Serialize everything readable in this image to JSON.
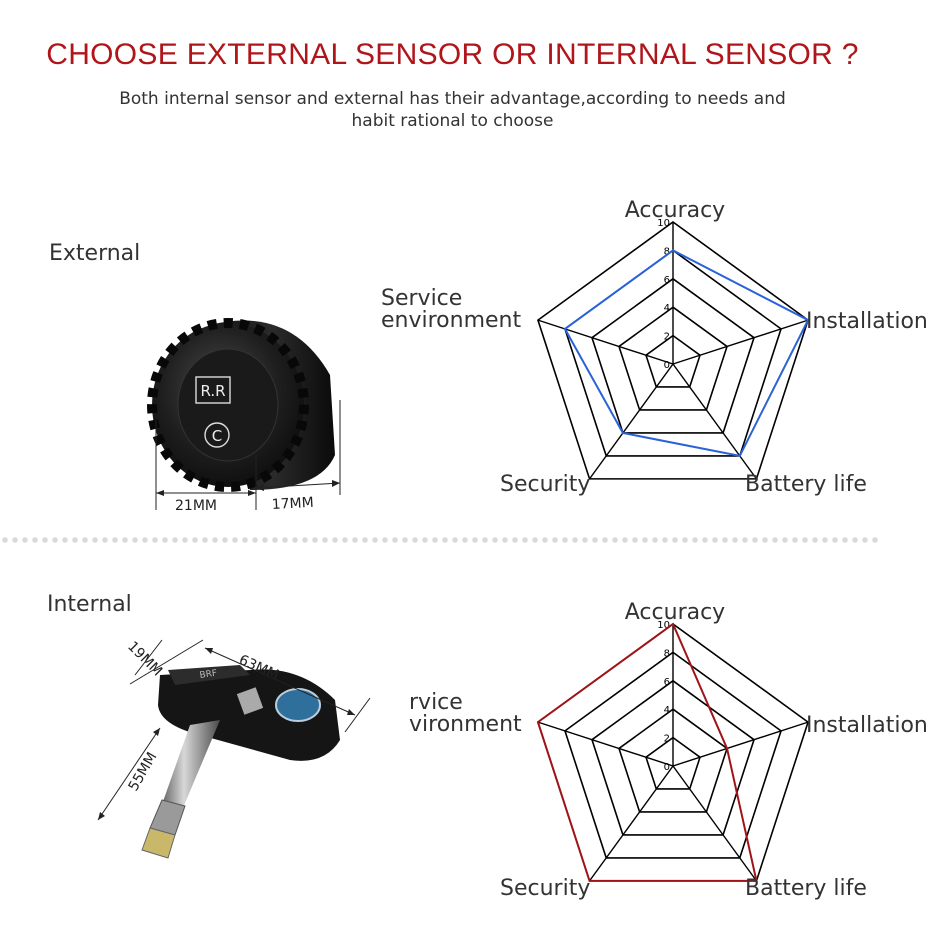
{
  "header": {
    "title": "CHOOSE EXTERNAL SENSOR OR INTERNAL SENSOR ?",
    "subtitle": "Both internal sensor and external has their advantage,according to needs and habit rational to choose"
  },
  "external": {
    "label": "External",
    "sensor_text": {
      "code": "R.R",
      "mark": "C"
    },
    "dimensions": [
      "21MM",
      "17MM"
    ]
  },
  "internal": {
    "label": "Internal",
    "sensor_text": {
      "brand": "BRF"
    },
    "dimensions": [
      "19MM",
      "63MM",
      "55MM"
    ]
  },
  "colors": {
    "title": "#b0151a",
    "external_series": "#2a62d8",
    "internal_series": "#a01419",
    "grid": "#000000"
  },
  "chart_data": [
    {
      "type": "radar",
      "categories": [
        "Accuracy",
        "Installation",
        "Battery life",
        "Security",
        "Service environment"
      ],
      "category_lines": [
        [
          "Accuracy"
        ],
        [
          "Installation"
        ],
        [
          "Battery life"
        ],
        [
          "Security"
        ],
        [
          "Service",
          "environment"
        ]
      ],
      "rlim": [
        0,
        10
      ],
      "ticks": [
        0,
        2,
        4,
        6,
        8,
        10
      ],
      "grid": true,
      "series": [
        {
          "values": [
            8,
            10,
            8,
            6,
            8
          ],
          "color": "#2a62d8"
        }
      ]
    },
    {
      "type": "radar",
      "categories": [
        "Accuracy",
        "Installation",
        "Battery life",
        "Security",
        "Service environment"
      ],
      "category_lines": [
        [
          "Accuracy"
        ],
        [
          "Installation"
        ],
        [
          "Battery life"
        ],
        [
          "Security"
        ],
        [
          "rvice",
          "vironment"
        ]
      ],
      "rlim": [
        0,
        10
      ],
      "ticks": [
        0,
        2,
        4,
        6,
        8,
        10
      ],
      "grid": true,
      "series": [
        {
          "values": [
            10,
            4,
            10,
            10,
            10
          ],
          "color": "#a01419"
        }
      ]
    }
  ]
}
